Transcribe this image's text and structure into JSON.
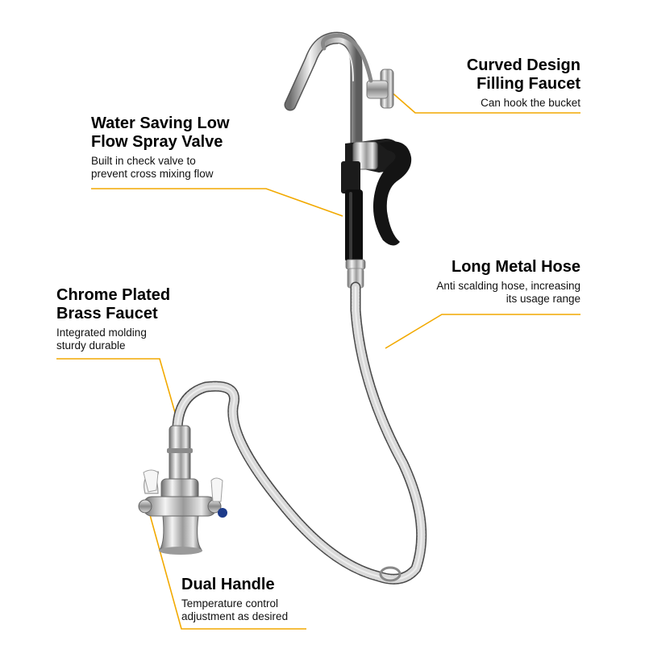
{
  "accent_color": "#f2a900",
  "callouts": {
    "curved": {
      "title": "Curved Design\nFilling Faucet",
      "desc": "Can hook the bucket"
    },
    "spray": {
      "title": "Water Saving Low\nFlow Spray Valve",
      "desc": "Built in check valve to\nprevent cross mixing flow"
    },
    "hose": {
      "title": "Long Metal Hose",
      "desc": "Anti scalding hose, increasing\nits usage range"
    },
    "brass": {
      "title": "Chrome Plated\nBrass Faucet",
      "desc": "Integrated molding\nsturdy durable"
    },
    "dual": {
      "title": "Dual Handle",
      "desc": "Temperature control\nadjustment as desired"
    }
  }
}
